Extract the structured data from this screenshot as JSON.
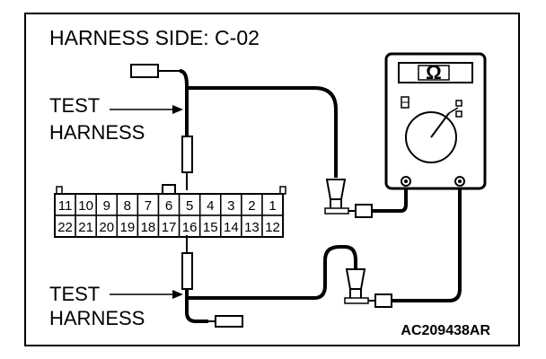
{
  "diagram": {
    "title": "HARNESS SIDE: C-02",
    "test_harness_upper": [
      "TEST",
      "HARNESS"
    ],
    "test_harness_lower": [
      "TEST",
      "HARNESS"
    ],
    "figure_code": "AC209438AR",
    "meter_symbol": "Ω",
    "connector": {
      "top_row": [
        "11",
        "10",
        "9",
        "8",
        "7",
        "6",
        "5",
        "4",
        "3",
        "2",
        "1"
      ],
      "bottom_row": [
        "22",
        "21",
        "20",
        "19",
        "18",
        "17",
        "16",
        "15",
        "14",
        "13",
        "12"
      ],
      "probed_pins": [
        "5",
        "16"
      ]
    }
  }
}
